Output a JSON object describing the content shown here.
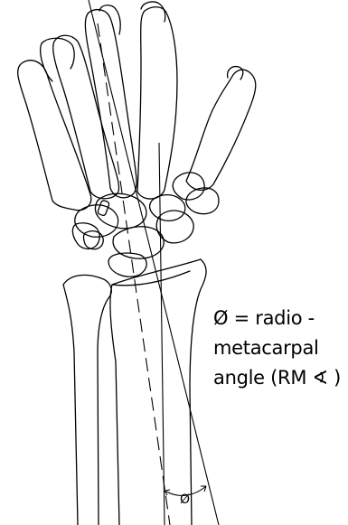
{
  "diagram": {
    "caption_lines": [
      "Ø = radio -",
      "metacarpal",
      "angle (RM ∢ )"
    ],
    "angle_symbol": "Ø",
    "line_color": "#000000",
    "background": "#ffffff"
  }
}
